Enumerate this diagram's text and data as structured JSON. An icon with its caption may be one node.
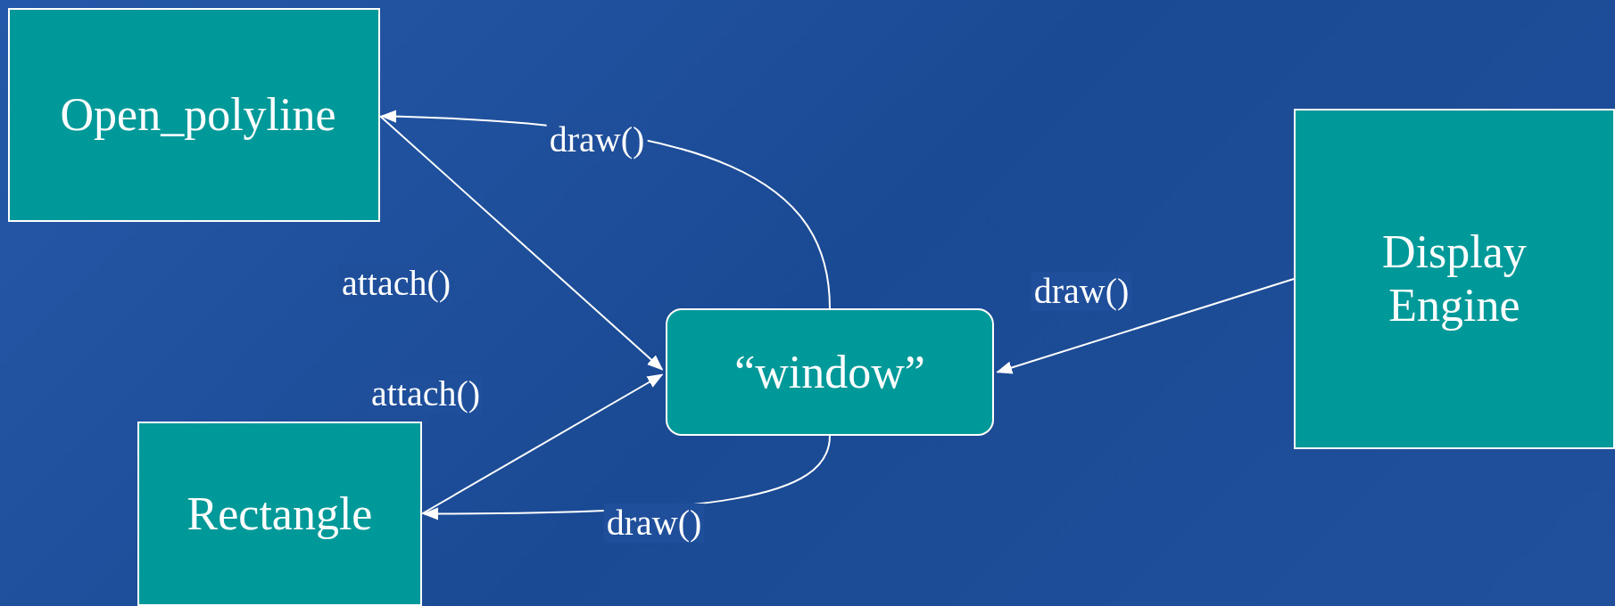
{
  "diagram": {
    "nodes": [
      {
        "text": [
          "Open_polyline"
        ]
      },
      {
        "text": [
          "Rectangle"
        ]
      },
      {
        "text": [
          "“window”"
        ]
      },
      {
        "text": [
          "Display Engine"
        ]
      }
    ],
    "edges": [
      {
        "from": 0,
        "to": 2,
        "arrow": "to",
        "label": "attach()"
      },
      {
        "from": 1,
        "to": 2,
        "arrow": "to",
        "label": "attach()"
      },
      {
        "from": 2,
        "to": 0,
        "arrow": "to",
        "label": "draw()"
      },
      {
        "from": 2,
        "to": 1,
        "arrow": "to",
        "label": "draw()"
      },
      {
        "from": 3,
        "to": 2,
        "arrow": "to",
        "label": "draw()"
      }
    ]
  }
}
